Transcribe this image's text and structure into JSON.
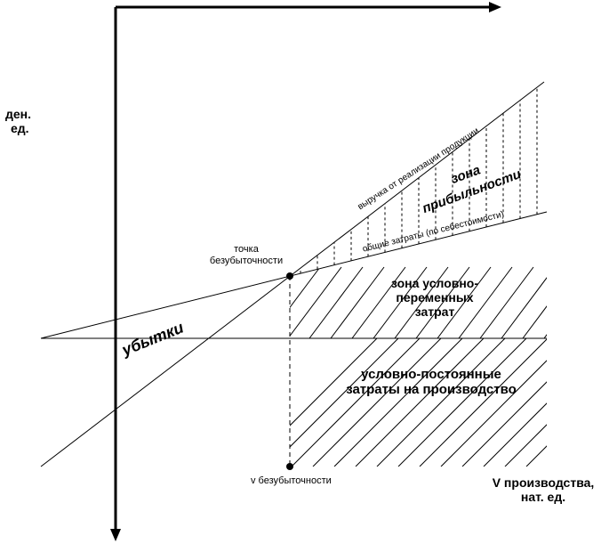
{
  "labels": {
    "y_axis_line1": "ден.",
    "y_axis_line2": "ед.",
    "x_axis_line1": "V производства,",
    "x_axis_line2": "нат. ед.",
    "breakeven_point_line1": "точка",
    "breakeven_point_line2": "безубыточности",
    "breakeven_volume": "v  безубыточности",
    "revenue_line": "выручка от реализации продукции",
    "total_costs_line": "общие затраты (по себестоимости)",
    "profit_zone_line1": "зона",
    "profit_zone_line2": "прибыльности",
    "losses": "убытки",
    "variable_costs_line1": "зона условно-",
    "variable_costs_line2": "переменных",
    "variable_costs_line3": "затрат",
    "fixed_costs_line1": "условно-постоянные",
    "fixed_costs_line2": "затраты на производство"
  },
  "colors": {
    "ink": "#000000",
    "background": "#ffffff"
  }
}
